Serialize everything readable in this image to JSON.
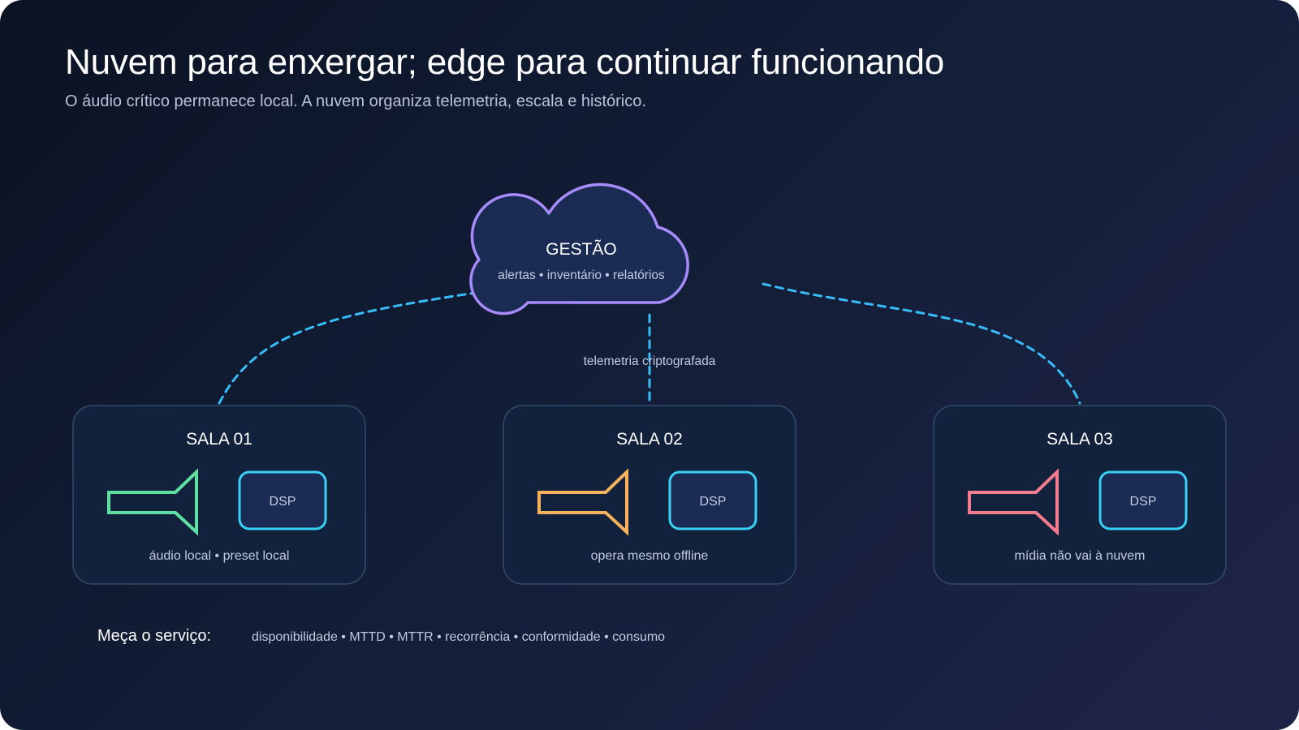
{
  "header": {
    "title": "Nuvem para enxergar; edge para continuar funcionando",
    "subtitle": "O áudio crítico permanece local. A nuvem organiza telemetria, escala e histórico."
  },
  "cloud": {
    "title": "GESTÃO",
    "subtitle": "alertas • inventário • relatórios",
    "icon": "cloud-icon",
    "stroke_color": "#a78bfa"
  },
  "link": {
    "label": "telemetria criptografada",
    "color": "#38bdf8"
  },
  "rooms": [
    {
      "title": "SALA 01",
      "dsp_label": "DSP",
      "caption": "áudio local • preset local",
      "speaker_icon": "speaker-icon",
      "speaker_color": "#5fe0a0"
    },
    {
      "title": "SALA 02",
      "dsp_label": "DSP",
      "caption": "opera mesmo offline",
      "speaker_icon": "speaker-icon",
      "speaker_color": "#f6b35b"
    },
    {
      "title": "SALA 03",
      "dsp_label": "DSP",
      "caption": "mídia não vai à nuvem",
      "speaker_icon": "speaker-icon",
      "speaker_color": "#f47c8f"
    }
  ],
  "footer": {
    "label": "Meça o serviço:",
    "metrics": "disponibilidade • MTTD • MTTR • recorrência • conformidade • consumo"
  }
}
